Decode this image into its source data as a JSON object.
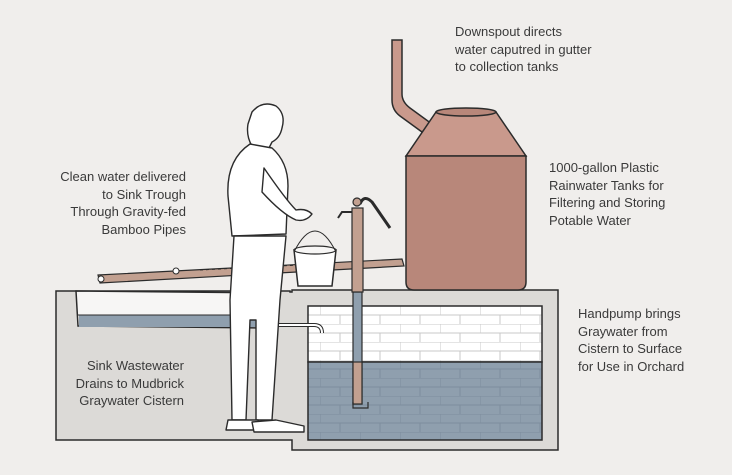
{
  "labels": {
    "downspout": {
      "lines": [
        "Downspout directs",
        "water caputred in gutter",
        "to collection tanks"
      ]
    },
    "tanks": {
      "lines": [
        "1000-gallon Plastic",
        "Rainwater Tanks for",
        "Filtering and Storing",
        "Potable Water"
      ]
    },
    "clean_water": {
      "lines": [
        "Clean water delivered",
        "to Sink Trough",
        "Through Gravity-fed",
        "Bamboo Pipes"
      ]
    },
    "handpump": {
      "lines": [
        "Handpump brings",
        "Graywater from",
        "Cistern to Surface",
        "for Use in Orchard"
      ]
    },
    "wastewater": {
      "lines": [
        "Sink Wastewater",
        "Drains to Mudbrick",
        "Graywater Cistern"
      ]
    }
  },
  "colors": {
    "background": "#f0eeec",
    "tank": "#b8877a",
    "tank_top": "#c9998c",
    "water": "#8f9fae",
    "water_brick_line": "#7d8e9d",
    "brick_line": "#c8c8c8",
    "ground": "#dcdad7",
    "ink": "#2b2b2b",
    "pipe": "#c2a090"
  }
}
